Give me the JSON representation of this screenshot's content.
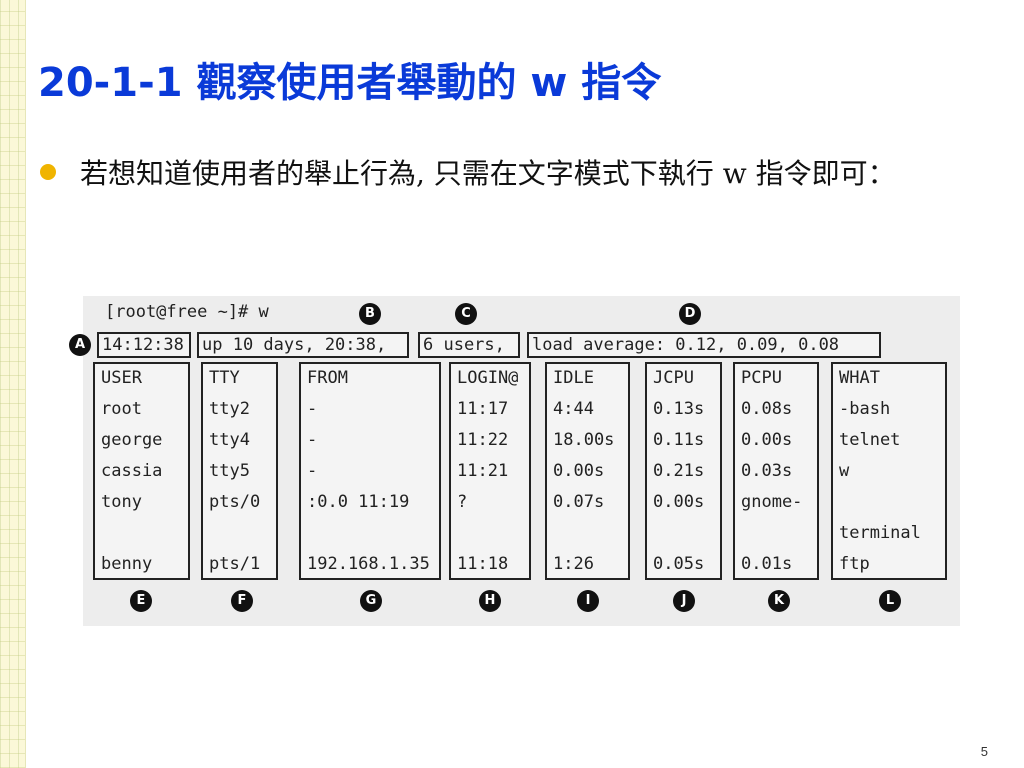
{
  "slide": {
    "title": "20-1-1 觀察使用者舉動的 w 指令",
    "bullet_text": "若想知道使用者的舉止行為, 只需在文字模式下執行 w 指令即可：",
    "page_number": "5",
    "title_color": "#0a3ad8",
    "bullet_color": "#f0b400"
  },
  "terminal": {
    "prompt": "[root@free ~]# w",
    "header": {
      "time": "14:12:38",
      "uptime": "up 10 days, 20:38,",
      "users": "6 users,",
      "load": "load average: 0.12, 0.09, 0.08"
    },
    "columns": [
      {
        "header": "USER",
        "values": [
          "root",
          "george",
          "cassia",
          "tony",
          "",
          "benny"
        ]
      },
      {
        "header": "TTY",
        "values": [
          "tty2",
          "tty4",
          "tty5",
          "pts/0",
          "",
          "pts/1"
        ]
      },
      {
        "header": "FROM",
        "values": [
          "-",
          "-",
          "-",
          ":0.0 11:19",
          "",
          "192.168.1.35"
        ]
      },
      {
        "header": "LOGIN@",
        "values": [
          "11:17",
          "11:22",
          "11:21",
          "?",
          "",
          "11:18"
        ]
      },
      {
        "header": "IDLE",
        "values": [
          "4:44",
          "18.00s",
          "0.00s",
          "0.07s",
          "",
          "1:26"
        ]
      },
      {
        "header": "JCPU",
        "values": [
          "0.13s",
          "0.11s",
          "0.21s",
          "0.00s",
          "",
          "0.05s"
        ]
      },
      {
        "header": "PCPU",
        "values": [
          "0.08s",
          "0.00s",
          "0.03s",
          "gnome-",
          "",
          "  0.01s"
        ]
      },
      {
        "header": "WHAT",
        "values": [
          "-bash",
          "telnet",
          "w",
          "",
          "terminal",
          "ftp"
        ]
      }
    ],
    "badges": {
      "A": "A",
      "B": "B",
      "C": "C",
      "D": "D",
      "E": "E",
      "F": "F",
      "G": "G",
      "H": "H",
      "I": "I",
      "J": "J",
      "K": "K",
      "L": "L"
    }
  }
}
